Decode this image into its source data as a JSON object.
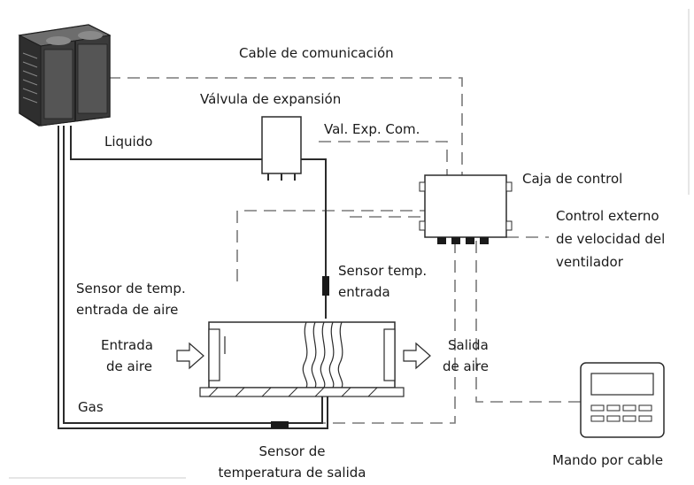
{
  "labels": {
    "communication_cable": "Cable de comunicación",
    "expansion_valve": "Válvula de expansión",
    "liquid": "Liquido",
    "val_exp_com": "Val. Exp. Com.",
    "control_box": "Caja de control",
    "external_fan_control_1": "Control externo",
    "external_fan_control_2": "de velocidad del",
    "external_fan_control_3": "ventilador",
    "inlet_temp_sensor_1": "Sensor temp.",
    "inlet_temp_sensor_2": "entrada",
    "air_inlet_temp_sensor_1": "Sensor de temp.",
    "air_inlet_temp_sensor_2": "entrada de aire",
    "air_inlet_1": "Entrada",
    "air_inlet_2": "de aire",
    "air_outlet_1": "Salida",
    "air_outlet_2": "de aire",
    "gas": "Gas",
    "outlet_temp_sensor_1": "Sensor de",
    "outlet_temp_sensor_2": "temperatura de salida",
    "wired_remote": "Mando por cable"
  },
  "colors": {
    "line": "#2b2b2b",
    "dashed": "#7a7a7a",
    "outdoor_unit": "#3a3a3a"
  },
  "icons": {
    "outdoor_unit": "outdoor-unit-icon",
    "expansion_valve": "expansion-valve-icon",
    "control_box": "control-box-icon",
    "air_handler": "air-handler-icon",
    "wired_remote": "wired-remote-icon"
  }
}
